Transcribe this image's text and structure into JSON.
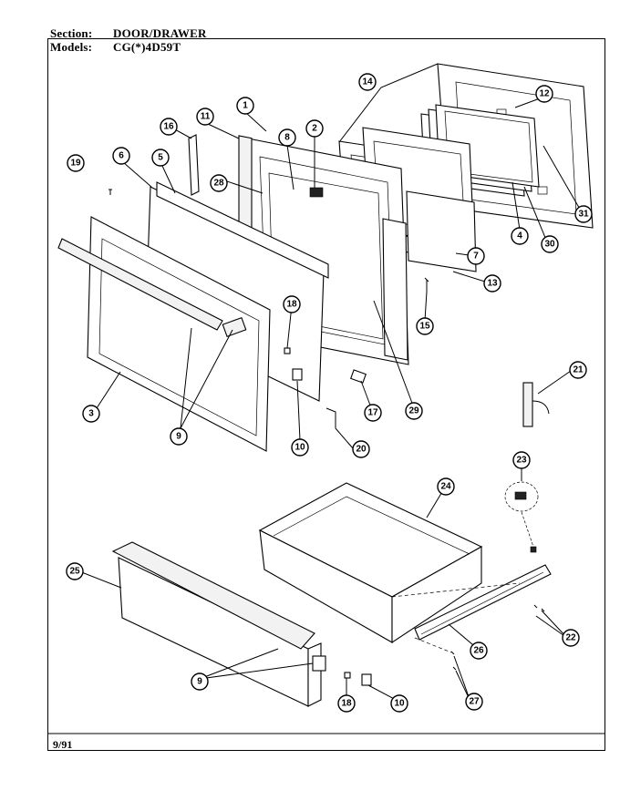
{
  "header": {
    "section_label": "Section:",
    "section_value": "DOOR/DRAWER",
    "models_label": "Models:",
    "models_value": "CG(*)4D59T"
  },
  "footer": {
    "date": "9/91"
  },
  "callouts": [
    "1",
    "2",
    "3",
    "4",
    "5",
    "6",
    "7",
    "8",
    "9",
    "10",
    "11",
    "12",
    "13",
    "14",
    "15",
    "16",
    "17",
    "18",
    "19",
    "20",
    "21",
    "22",
    "23",
    "24",
    "25",
    "26",
    "27",
    "28",
    "29",
    "30",
    "31"
  ]
}
